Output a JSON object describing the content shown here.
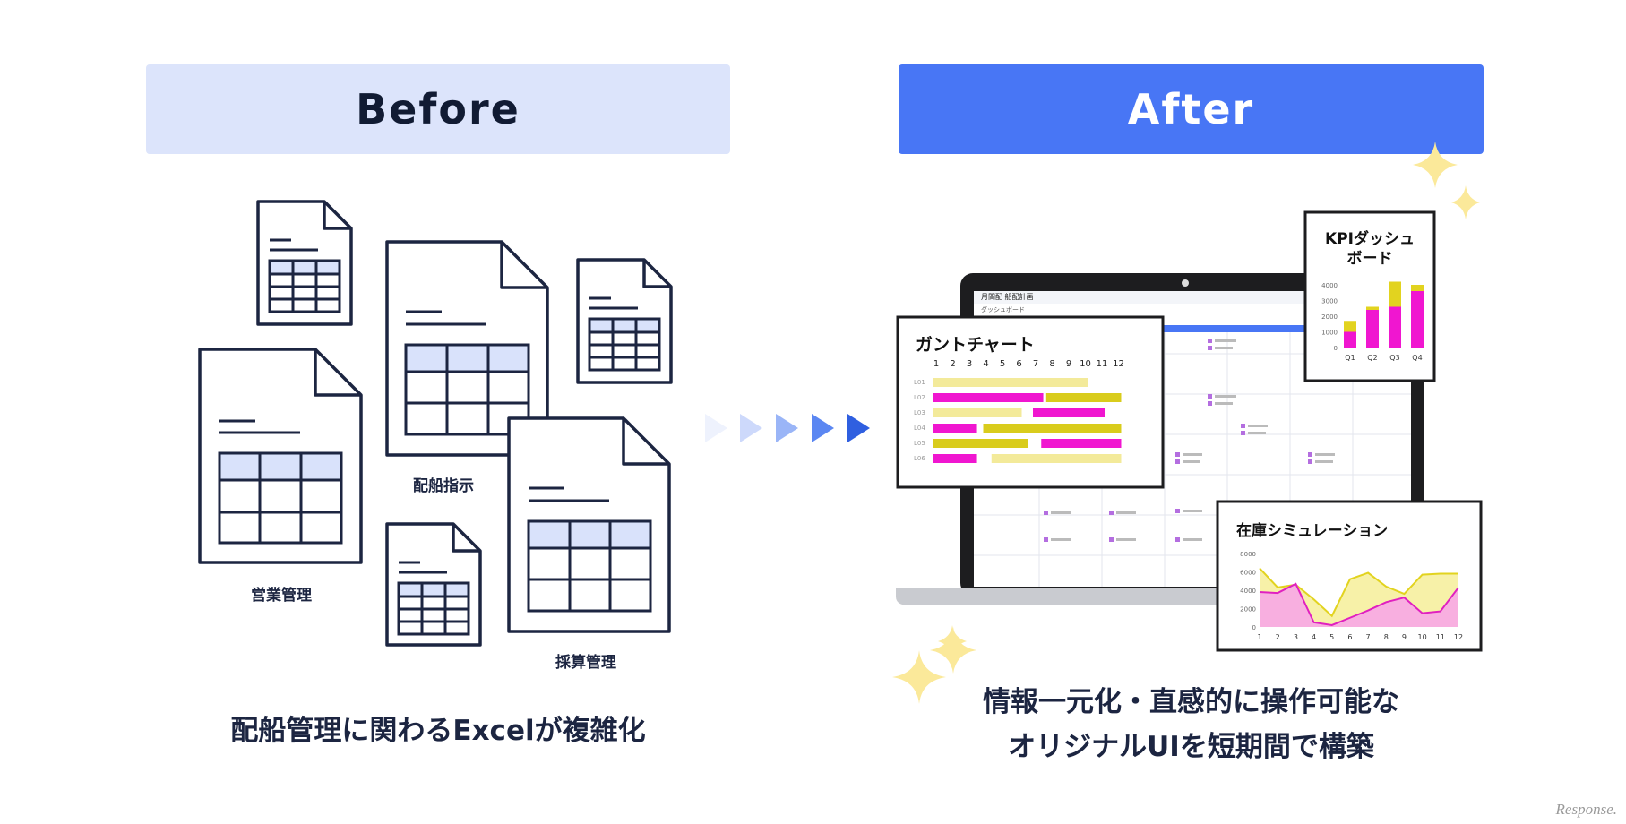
{
  "before": {
    "header": "Before",
    "labels": {
      "eigyo": "営業管理",
      "haisen_shiji": "配船指示",
      "saisan": "採算管理"
    },
    "caption": "配船管理に関わるExcelが複雑化"
  },
  "after": {
    "header": "After",
    "caption_line1": "情報一元化・直感的に操作可能な",
    "caption_line2": "オリジナルUIを短期間で構築",
    "gantt": {
      "title": "ガントチャート",
      "months": [
        "1",
        "2",
        "3",
        "4",
        "5",
        "6",
        "7",
        "8",
        "9",
        "10",
        "11",
        "12"
      ],
      "rows": [
        "L01",
        "L02",
        "L03",
        "L04",
        "L05",
        "L06"
      ]
    },
    "kpi": {
      "title_line1": "KPIダッシュ",
      "title_line2": "ボード",
      "chart_data": {
        "type": "bar",
        "categories": [
          "Q1",
          "Q2",
          "Q3",
          "Q4"
        ],
        "series": [
          {
            "values": [
              1000,
              2400,
              2600,
              3600
            ],
            "color": "#f016d0"
          },
          {
            "values": [
              700,
              200,
              1600,
              400
            ],
            "color": "#e2d31f"
          }
        ],
        "ylim": [
          0,
          4000
        ],
        "yticks": [
          "0",
          "1000",
          "2000",
          "3000",
          "4000"
        ]
      }
    },
    "inventory": {
      "title": "在庫シミュレーション",
      "chart_data": {
        "type": "area",
        "x": [
          "1",
          "2",
          "3",
          "4",
          "5",
          "6",
          "7",
          "8",
          "9",
          "10",
          "11",
          "12"
        ],
        "series": [
          {
            "values": [
              6400,
              4300,
              4600,
              3000,
              1200,
              5200,
              5900,
              4400,
              3600,
              5700,
              5800,
              5800
            ],
            "color": "#e2d31f"
          },
          {
            "values": [
              3800,
              3700,
              4700,
              500,
              200,
              1000,
              1800,
              2700,
              3200,
              1500,
              1700,
              4300
            ],
            "color": "#e020c0"
          }
        ],
        "ylim": [
          0,
          8000
        ],
        "yticks": [
          "0",
          "2000",
          "4000",
          "6000",
          "8000"
        ]
      }
    },
    "laptop_screen": {
      "title": "月間配 船配計画",
      "tab": "ダッシュボード"
    }
  },
  "watermark": "Response."
}
